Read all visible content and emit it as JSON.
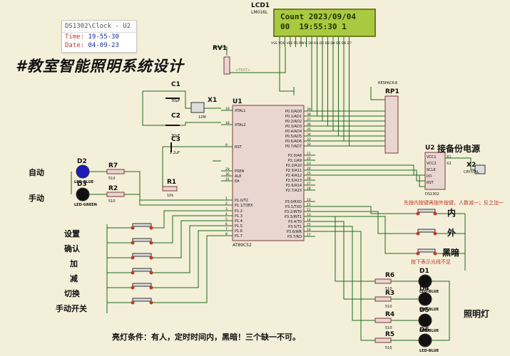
{
  "clock_window": {
    "title": "DS1302\\Clock - U2",
    "time_label": "Time:",
    "time_value": "19-55-30",
    "date_label": "Date:",
    "date_value": "04-09-23"
  },
  "heading": "#教室智能照明系统设计",
  "lcd": {
    "ref": "LCD1",
    "model": "LM016L",
    "line1": "Count 2023/09/04",
    "line2": "00  19:55:30 1"
  },
  "components": {
    "rv1": "RV1",
    "u1": "U1",
    "u1_model": "AT89C52",
    "u2": "U2",
    "u2_model": "DS1302",
    "rp1": "RP1",
    "rp1_model": "RESPACK-8",
    "c1": "C1",
    "c1_val": "30pF",
    "c2": "C2",
    "c2_val": "30pF",
    "c3": "C3",
    "c3_val": "2.2uF",
    "x1": "X1",
    "x1_val": "12M",
    "x2": "X2",
    "x2_val": "CRYSTAL",
    "r1": "R1",
    "r1_val": "10k",
    "r2": "R2",
    "r7": "R7",
    "r3": "R3",
    "r4": "R4",
    "r5": "R5",
    "r6": "R6",
    "r_val": "510",
    "d1": "D1",
    "d2": "D2",
    "d3": "D3",
    "d4": "D4",
    "d5": "D5",
    "d6": "D6",
    "led_blue": "LED-BLUE",
    "led_green": "LED-GREEN",
    "text_placeholder": "<TEXT>"
  },
  "u1_pins_left": [
    "XTAL1",
    "XTAL2",
    "RST",
    "PSEN",
    "ALE",
    "EA",
    "P1.0/T2",
    "P1.1/T2EX",
    "P1.2",
    "P1.3",
    "P1.4",
    "P1.5",
    "P1.6",
    "P1.7"
  ],
  "u1_pins_right": [
    "P0.0/AD0",
    "P0.1/AD1",
    "P0.2/AD2",
    "P0.3/AD3",
    "P0.4/AD4",
    "P0.5/AD5",
    "P0.6/AD6",
    "P0.7/AD7",
    "P2.0/A8",
    "P2.1/A9",
    "P2.2/A10",
    "P2.3/A11",
    "P2.4/A12",
    "P2.5/A13",
    "P2.6/A14",
    "P2.7/A15",
    "P3.0/RXD",
    "P3.1/TXD",
    "P3.2/INT0",
    "P3.3/INT1",
    "P3.4/T0",
    "P3.5/T1",
    "P3.6/WR",
    "P3.7/RD"
  ],
  "u2_pins_left": [
    "VCC1",
    "VCC2",
    "SCLK",
    "I/O",
    "RST"
  ],
  "u2_pins_right": [
    "X1",
    "X2"
  ],
  "lcd_pins": [
    "VSS",
    "VDD",
    "VEE",
    "RS",
    "RW",
    "E",
    "D0",
    "D1",
    "D2",
    "D3",
    "D4",
    "D5",
    "D6",
    "D7"
  ],
  "lcd_ctrl": [
    "RS",
    "RW",
    "E"
  ],
  "labels": {
    "auto": "自动",
    "manual": "手动",
    "set": "设置",
    "confirm": "确认",
    "add": "加",
    "sub": "减",
    "switch": "切换",
    "manual_switch": "手动开关",
    "backup_power": "接备份电源",
    "inside": "内",
    "outside": "外",
    "dark": "黑暗",
    "lighting": "照明灯",
    "hint_people": "先按内按键再按外按键，人数减一；反之加一",
    "hint_light": "按下表示光线不足",
    "condition": "亮灯条件：有人，定时时间内，黑暗！三个缺一不可。"
  },
  "pin_numbers_right": [
    "39",
    "38",
    "37",
    "36",
    "35",
    "34",
    "33",
    "32",
    "21",
    "22",
    "23",
    "24",
    "25",
    "26",
    "27",
    "28",
    "10",
    "11",
    "12",
    "13",
    "14",
    "15",
    "16",
    "17"
  ],
  "pin_numbers_left": [
    "19",
    "18",
    "9",
    "29",
    "30",
    "31",
    "1",
    "2",
    "3",
    "4",
    "5",
    "6",
    "7",
    "8"
  ]
}
